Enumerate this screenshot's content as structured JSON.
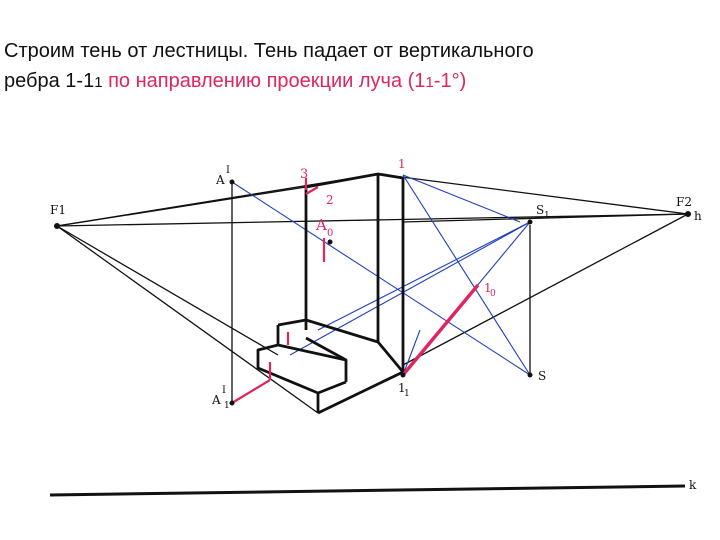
{
  "caption": {
    "line1": "Строим тень от лестницы. Тень падает от вертикального",
    "line2_black": "ребра 1-1",
    "line2_sub": "1",
    "line2_red_a": " по направлению проекции луча (1",
    "line2_red_sub": "1",
    "line2_red_b": "-1°)"
  },
  "labels": {
    "F1": "F1",
    "F2": "F2",
    "h": "h",
    "k": "k",
    "A": "A",
    "A_prime": "I",
    "A1": "A",
    "A1_prime": "I",
    "A1_sub": "1",
    "S1": "S",
    "S1_sub": "1",
    "S": "S",
    "p3": "3",
    "p2": "2",
    "A0": "A",
    "A0_sub": "0",
    "p1_top": "1",
    "p1_bottom": "1",
    "p1_bottom_sub": "1",
    "p1_zero": "1",
    "p1_zero_sub": "0"
  },
  "colors": {
    "ink": "#111111",
    "accent": "#e0245e",
    "ray": "#1f3fbf"
  }
}
